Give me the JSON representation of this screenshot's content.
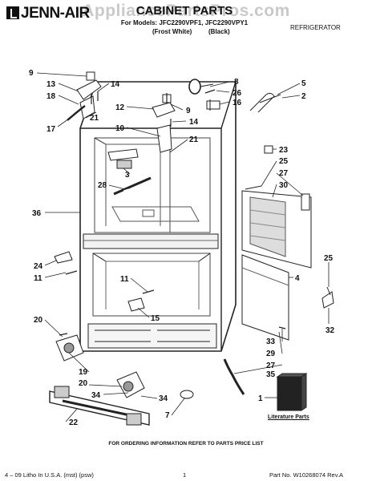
{
  "watermark": "AppliancePartsPros.com",
  "brand": "JENN-AIR",
  "header": {
    "title": "CABINET PARTS",
    "models": "For Models: JFC2290VPF1, JFC2290VPY1",
    "variant_white": "(Frost White)",
    "variant_black": "(Black)",
    "product": "REFRIGERATOR"
  },
  "callouts": [
    {
      "id": "c9a",
      "text": "9"
    },
    {
      "id": "c13",
      "text": "13"
    },
    {
      "id": "c18",
      "text": "18"
    },
    {
      "id": "c17",
      "text": "17"
    },
    {
      "id": "c14a",
      "text": "14"
    },
    {
      "id": "c12",
      "text": "12"
    },
    {
      "id": "c9b",
      "text": "9"
    },
    {
      "id": "c14b",
      "text": "14"
    },
    {
      "id": "c10",
      "text": "10"
    },
    {
      "id": "c21a",
      "text": "21"
    },
    {
      "id": "c21b",
      "text": "21"
    },
    {
      "id": "c8",
      "text": "8"
    },
    {
      "id": "c26",
      "text": "26"
    },
    {
      "id": "c16",
      "text": "16"
    },
    {
      "id": "c5",
      "text": "5"
    },
    {
      "id": "c2",
      "text": "2"
    },
    {
      "id": "c23",
      "text": "23"
    },
    {
      "id": "c25a",
      "text": "25"
    },
    {
      "id": "c27a",
      "text": "27"
    },
    {
      "id": "c30",
      "text": "30"
    },
    {
      "id": "c3",
      "text": "3"
    },
    {
      "id": "c28",
      "text": "28"
    },
    {
      "id": "c36",
      "text": "36"
    },
    {
      "id": "c24",
      "text": "24"
    },
    {
      "id": "c11a",
      "text": "11"
    },
    {
      "id": "c11b",
      "text": "11"
    },
    {
      "id": "c4",
      "text": "4"
    },
    {
      "id": "c25b",
      "text": "25"
    },
    {
      "id": "c15",
      "text": "15"
    },
    {
      "id": "c32",
      "text": "32"
    },
    {
      "id": "c20a",
      "text": "20"
    },
    {
      "id": "c33",
      "text": "33"
    },
    {
      "id": "c29",
      "text": "29"
    },
    {
      "id": "c27b",
      "text": "27"
    },
    {
      "id": "c35",
      "text": "35"
    },
    {
      "id": "c19",
      "text": "19"
    },
    {
      "id": "c20b",
      "text": "20"
    },
    {
      "id": "c34a",
      "text": "34"
    },
    {
      "id": "c34b",
      "text": "34"
    },
    {
      "id": "c22",
      "text": "22"
    },
    {
      "id": "c7",
      "text": "7"
    },
    {
      "id": "c1",
      "text": "1"
    }
  ],
  "literature_label": "Literature Parts",
  "footer": {
    "note": "FOR ORDERING INFORMATION REFER TO PARTS PRICE LIST",
    "left": "4 – 09 Litho In U.S.A. (mst) (psw)",
    "page": "1",
    "right": "Part No. W10268074 Rev.A"
  }
}
